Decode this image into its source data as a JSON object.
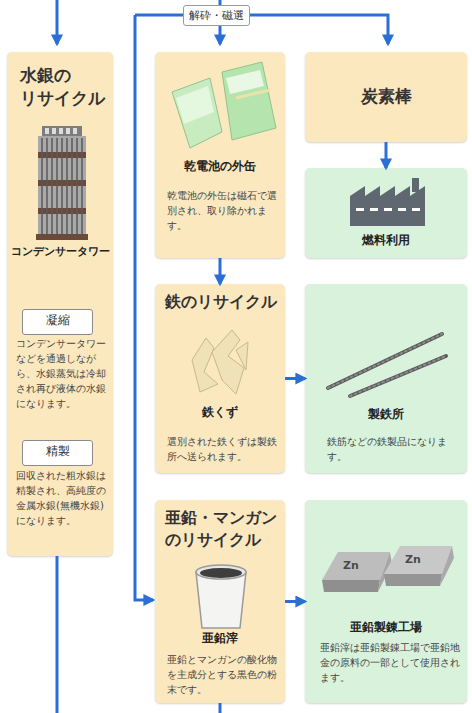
{
  "diagram": {
    "nodes": [
      {
        "text": [
          "水銀の リサイクル",
          "コンデンサータワー",
          "コンデンサータワーなどを通過しながら、水銀蒸気は冷却され再び液体の水銀になります。",
          "回収された粗水銀は精製され、高純度の金属水銀(無機水銀)になります。"
        ]
      },
      {
        "text": [
          "凝縮"
        ],
        "in": 0
      },
      {
        "text": [
          "精製"
        ],
        "in": 0
      },
      {
        "text": [
          "乾電池の外缶",
          "乾電池の外缶は磁石で選別され、取り除かれます。"
        ]
      },
      {
        "text": [
          "炭素棒"
        ]
      },
      {
        "text": [
          "燃料利用"
        ]
      },
      {
        "text": [
          "鉄のリサイクル",
          "鉄くず",
          "選別された鉄くずは製鉄所へ送られます。"
        ]
      },
      {
        "text": [
          "製鉄所",
          "鉄筋などの鉄製品になります。"
        ]
      },
      {
        "text": [
          "亜鉛・マンガン のリサイクル",
          "亜鉛滓",
          "亜鉛とマンガンの酸化物を主成分とする黒色の粉末です。"
        ]
      },
      {
        "text": [
          "亜鉛製錬工場",
          "亜鉛滓は亜鉛製錬工場で亜鉛地金の原料の一部として使用されます。"
        ]
      }
    ],
    "edges": [
      {
        "from": 4,
        "to": 5,
        "arrow": "to"
      },
      {
        "from": 3,
        "to": 6,
        "arrow": "to"
      },
      {
        "from": 6,
        "to": 7,
        "arrow": "to"
      },
      {
        "from": 8,
        "to": 9,
        "arrow": "to"
      }
    ],
    "labels": [
      "解砕・磁選",
      "Zn",
      "Zn"
    ]
  }
}
